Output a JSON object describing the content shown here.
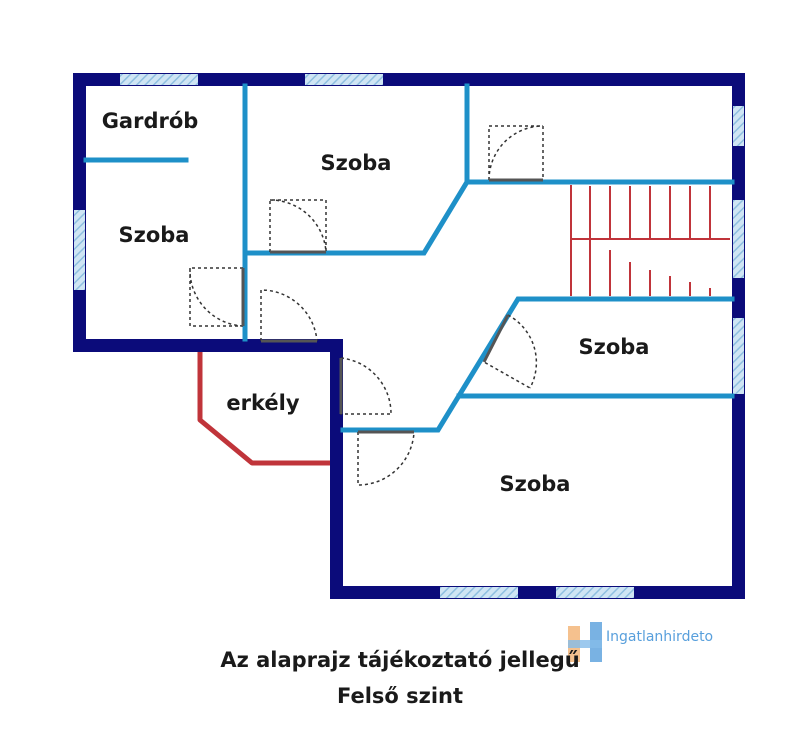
{
  "rooms": {
    "gardrob": "Gardrób",
    "szoba_left": "Szoba",
    "szoba_top": "Szoba",
    "szoba_right": "Szoba",
    "szoba_bottom": "Szoba",
    "erkely": "erkély"
  },
  "captions": {
    "line1": "Az alaprajz tájékoztató jellegű",
    "line2": "Felső szint"
  },
  "watermark": {
    "text": "Ingatlanhirdeto"
  },
  "colors": {
    "outer_wall": "#0b0b7a",
    "inner_wall": "#1e90c8",
    "balcony": "#c0343a",
    "stairs": "#c0343a",
    "window": "#9cc8e6"
  }
}
